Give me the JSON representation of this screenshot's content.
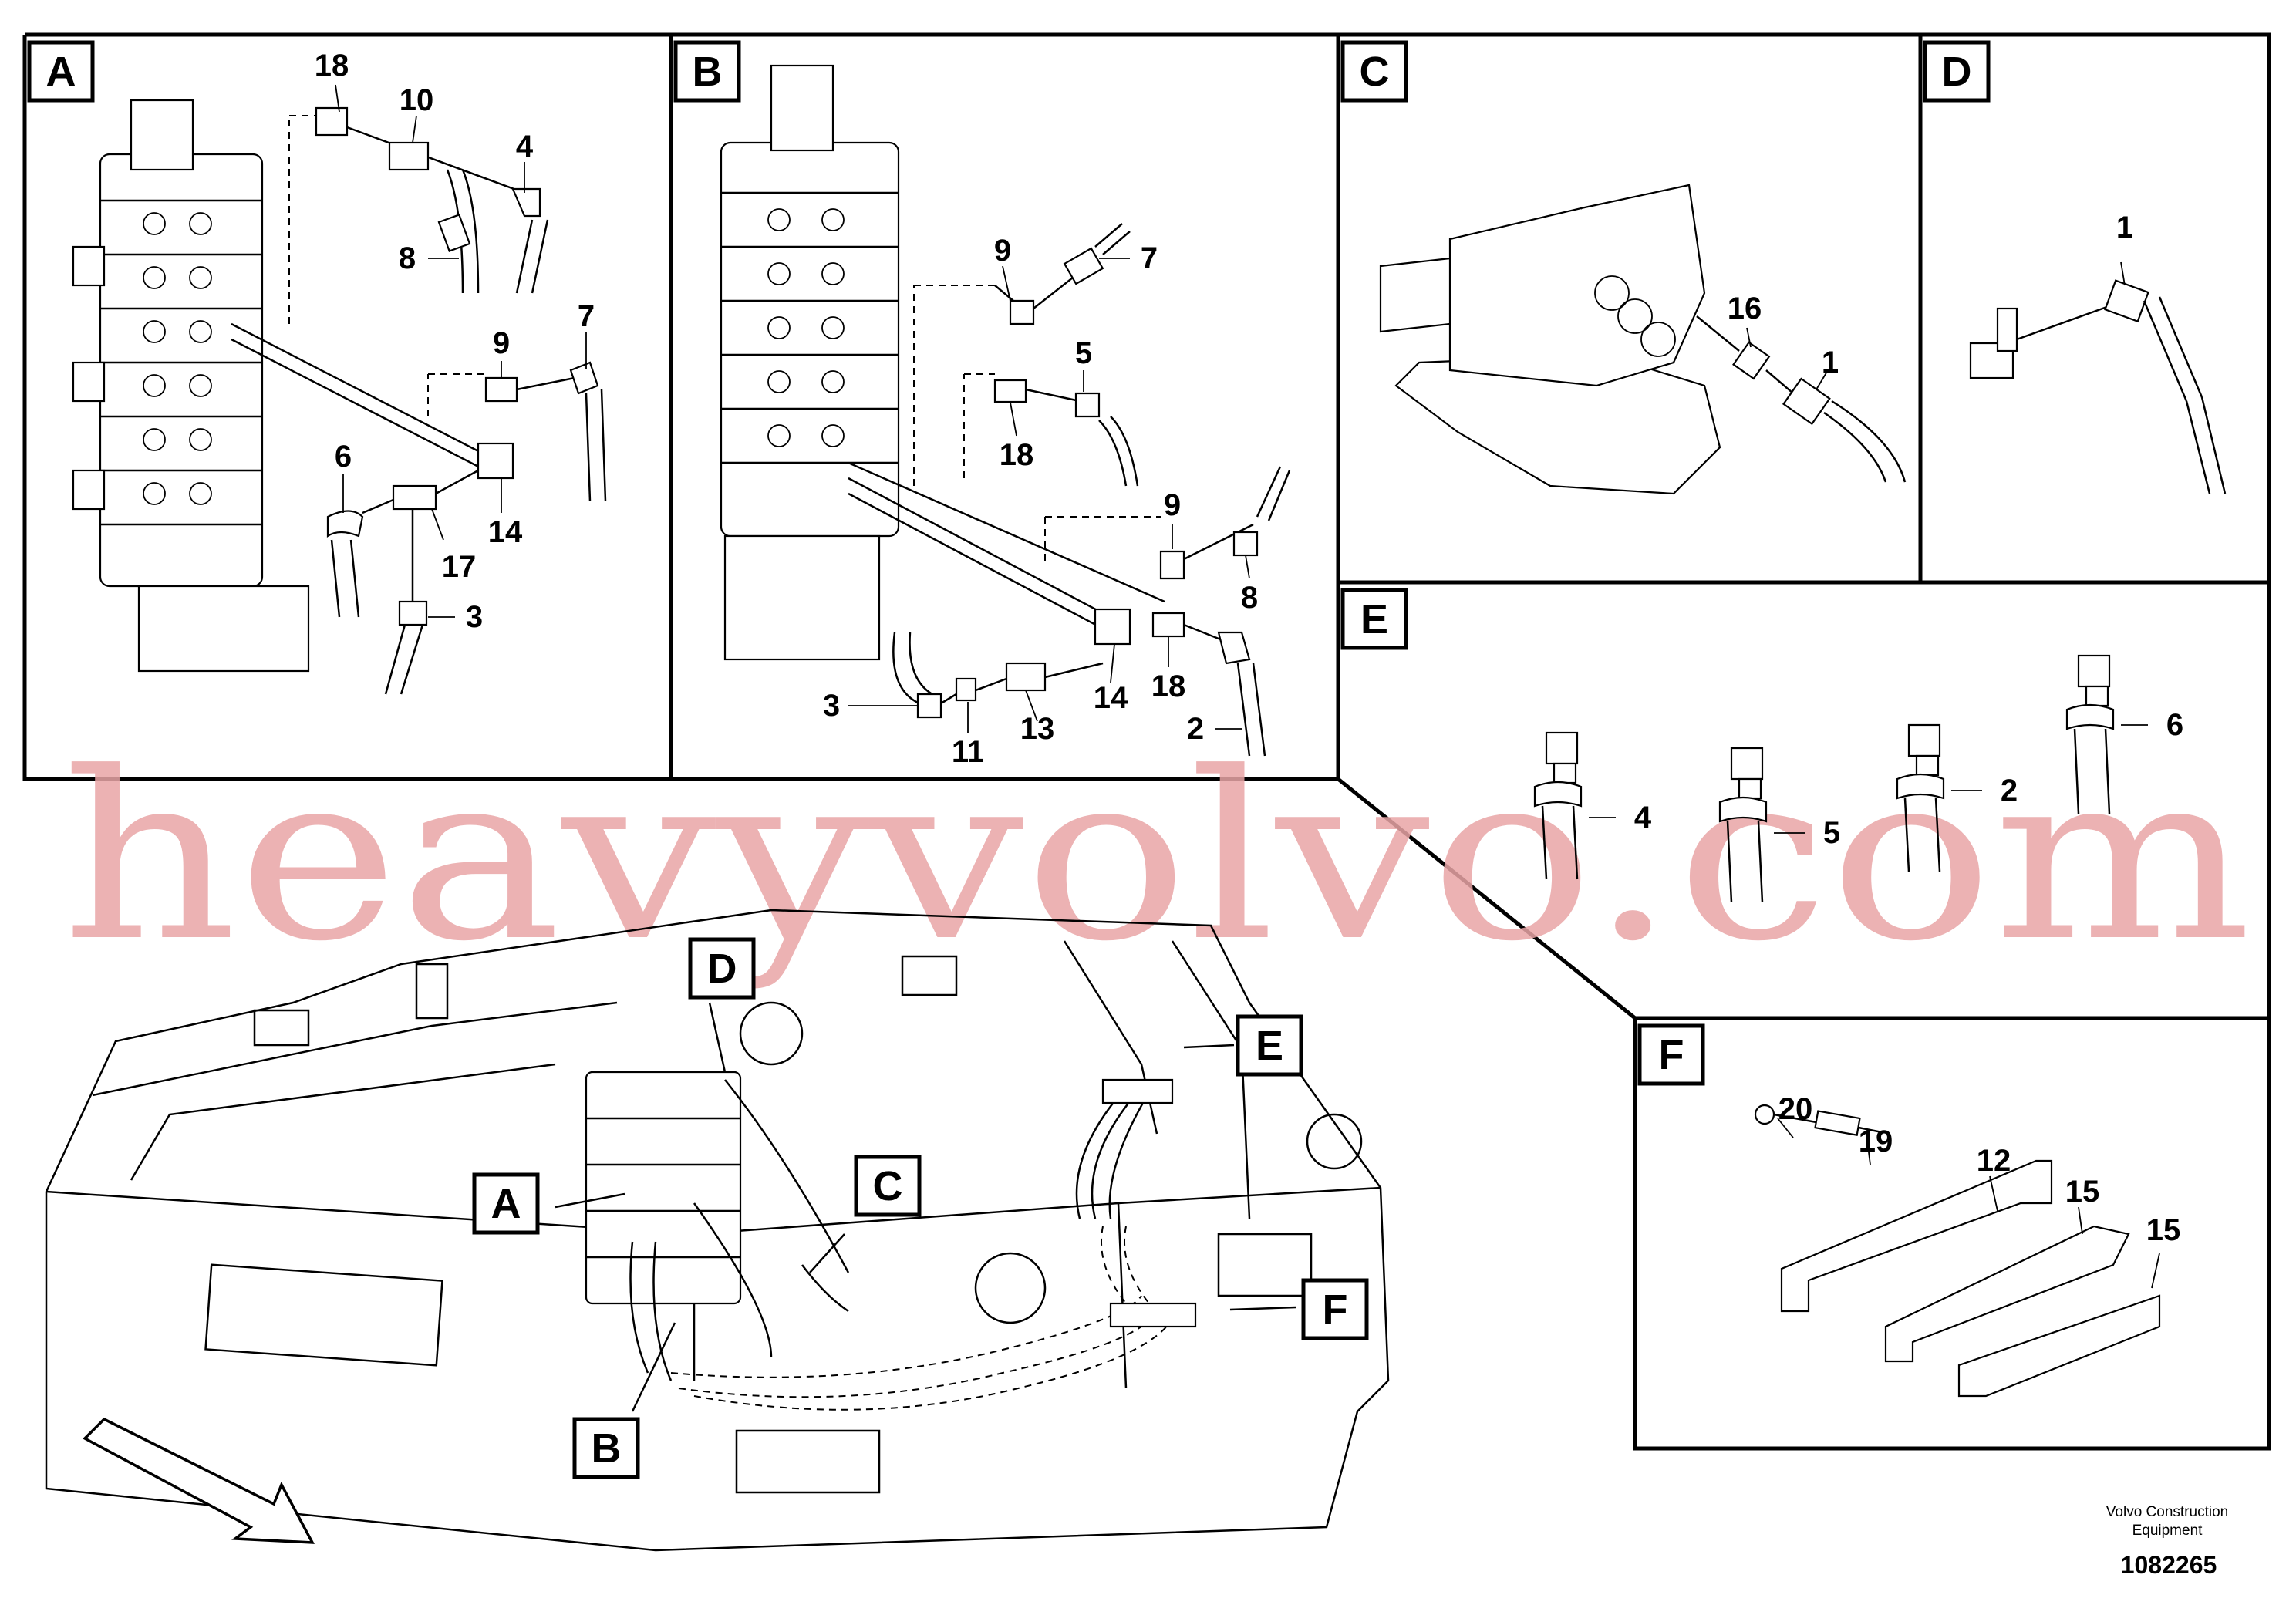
{
  "watermark": "heavyvolvo.com",
  "footer": {
    "company_line1": "Volvo Construction",
    "company_line2": "Equipment",
    "drawing_number": "1082265"
  },
  "views": {
    "A": {
      "label": "A",
      "callouts": [
        "18",
        "10",
        "4",
        "8",
        "9",
        "7",
        "6",
        "14",
        "17",
        "3"
      ]
    },
    "B": {
      "label": "B",
      "callouts": [
        "9",
        "7",
        "5",
        "18",
        "9",
        "8",
        "3",
        "11",
        "13",
        "14",
        "18",
        "2"
      ]
    },
    "C": {
      "label": "C",
      "callouts": [
        "16",
        "1"
      ]
    },
    "D": {
      "label": "D",
      "callouts": [
        "1"
      ]
    },
    "E": {
      "label": "E",
      "callouts": [
        "4",
        "5",
        "2",
        "6"
      ]
    },
    "F": {
      "label": "F",
      "callouts": [
        "20",
        "19",
        "12",
        "15",
        "15"
      ]
    }
  },
  "overview": {
    "pointers": [
      "D",
      "E",
      "A",
      "C",
      "F",
      "B"
    ]
  }
}
